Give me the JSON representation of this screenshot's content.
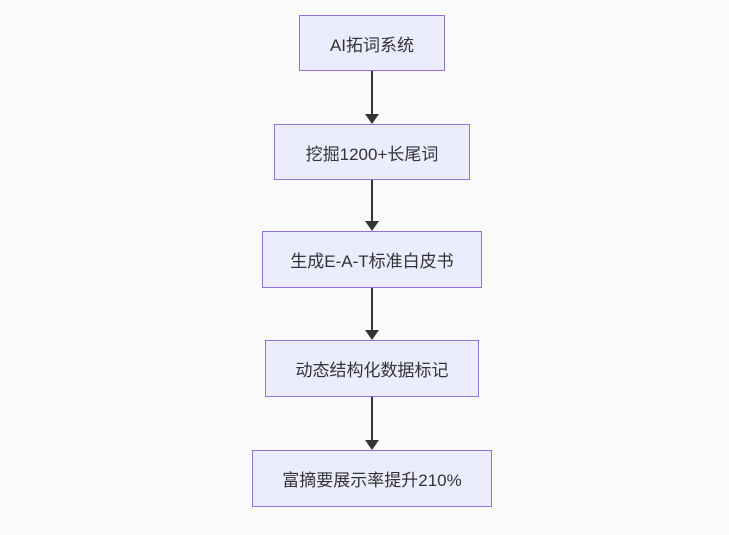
{
  "diagram": {
    "type": "flowchart",
    "direction": "top-down",
    "colors": {
      "background": "#fafafa",
      "node_fill": "#ececff",
      "node_border": "#9370db",
      "node_text": "#333333",
      "arrow": "#333333"
    },
    "nodes": [
      {
        "label": "AI拓词系统"
      },
      {
        "label": "挖掘1200+长尾词"
      },
      {
        "label": "生成E-A-T标准白皮书"
      },
      {
        "label": "动态结构化数据标记"
      },
      {
        "label": "富摘要展示率提升210%"
      }
    ],
    "edges": [
      {
        "from": "AI拓词系统",
        "to": "挖掘1200+长尾词"
      },
      {
        "from": "挖掘1200+长尾词",
        "to": "生成E-A-T标准白皮书"
      },
      {
        "from": "生成E-A-T标准白皮书",
        "to": "动态结构化数据标记"
      },
      {
        "from": "动态结构化数据标记",
        "to": "富摘要展示率提升210%"
      }
    ]
  }
}
